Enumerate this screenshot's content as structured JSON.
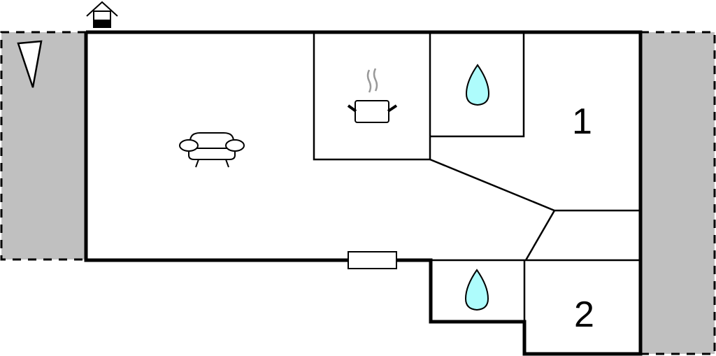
{
  "diagram": {
    "type": "floor-plan",
    "colors": {
      "wall": "#000000",
      "terrace": "#c0c0c0",
      "water": "#aefcfc",
      "steam": "#999999",
      "background": "#ffffff"
    },
    "rooms": [
      {
        "id": "living-room",
        "icon": "sofa-icon"
      },
      {
        "id": "kitchen",
        "icon": "cooking-pot-icon"
      },
      {
        "id": "bathroom-1",
        "icon": "water-drop-icon"
      },
      {
        "id": "bedroom-1",
        "label": "1"
      },
      {
        "id": "bathroom-2",
        "icon": "water-drop-icon"
      },
      {
        "id": "bedroom-2",
        "label": "2"
      },
      {
        "id": "hallway"
      }
    ],
    "outdoor": [
      {
        "id": "terrace-left",
        "icon": "direction-pointer-icon"
      },
      {
        "id": "terrace-right"
      }
    ],
    "markers": [
      {
        "id": "entrance",
        "icon": "house-entrance-icon"
      },
      {
        "id": "window",
        "icon": "window-icon"
      }
    ]
  }
}
